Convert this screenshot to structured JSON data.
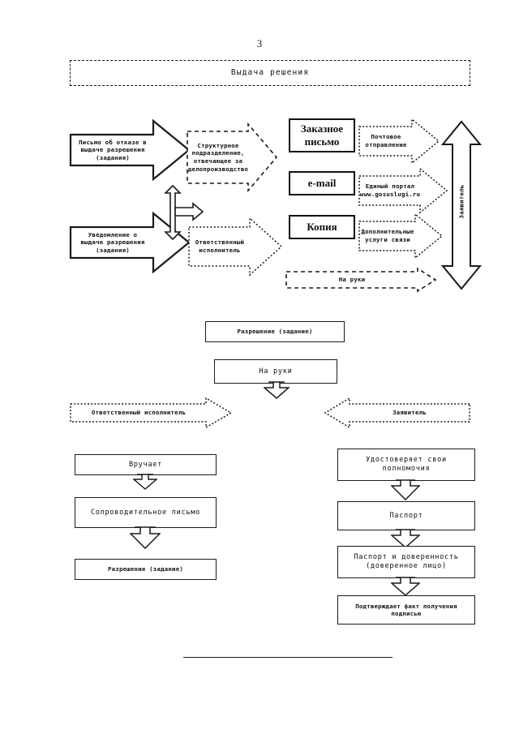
{
  "document": {
    "page_number": "3",
    "header_banner": "Выдача решения"
  },
  "upper_diagram": {
    "left_arrows": [
      {
        "name": "refusal-letter",
        "lines": [
          "Письмо об отказе в",
          "выдаче разрешения",
          "(задания)"
        ],
        "style": "solid"
      },
      {
        "name": "issue-notification",
        "lines": [
          "Уведомление о",
          "выдаче разрешения",
          "(задания)"
        ],
        "style": "solid"
      }
    ],
    "middle_arrows": [
      {
        "name": "records-department",
        "lines": [
          "Структурное",
          "подразделение,",
          "отвечающее за",
          "делопроизводство"
        ],
        "style": "dashed"
      },
      {
        "name": "responsible-executor",
        "lines": [
          "Ответственный",
          "исполнитель"
        ],
        "style": "dotted"
      }
    ],
    "delivery_boxes": [
      {
        "name": "registered-letter",
        "lines": [
          "Заказное",
          "письмо"
        ]
      },
      {
        "name": "email",
        "lines": [
          "e-mail"
        ]
      },
      {
        "name": "copy",
        "lines": [
          "Копия"
        ]
      }
    ],
    "channel_arrows": [
      {
        "name": "postal-dispatch",
        "lines": [
          "Почтовое",
          "отправление"
        ],
        "style": "dotted"
      },
      {
        "name": "gosuslugi-portal",
        "lines": [
          "Единый портал",
          "www.gosuslugi.ru"
        ],
        "style": "dotted"
      },
      {
        "name": "additional-comm-services",
        "lines": [
          "Дополнительные",
          "услуги связи"
        ],
        "style": "dotted"
      },
      {
        "name": "in-person",
        "lines": [
          "На руки"
        ],
        "style": "dashed"
      }
    ],
    "applicant_bar": "Заявитель"
  },
  "lower_diagram": {
    "permission_box": "Разрешение (задание)",
    "in_person_box": "На руки",
    "branch_arrows": [
      {
        "name": "responsible-executor",
        "label": "Ответственный исполнитель",
        "direction": "right"
      },
      {
        "name": "applicant",
        "label": "Заявитель",
        "direction": "left"
      }
    ],
    "left_column": [
      {
        "name": "hands-over",
        "lines": [
          "Вручает"
        ],
        "size": "md"
      },
      {
        "name": "cover-letter",
        "lines": [
          "Сопроводительное письмо"
        ],
        "size": "lg"
      },
      {
        "name": "permission-task",
        "lines": [
          "Разрешение (задание)"
        ],
        "size": "sm"
      }
    ],
    "right_column": [
      {
        "name": "verifies-authority",
        "lines": [
          "Удостоверяет свои",
          "полномочия"
        ],
        "size": "md"
      },
      {
        "name": "passport",
        "lines": [
          "Паспорт"
        ],
        "size": "md"
      },
      {
        "name": "passport-and-poa",
        "lines": [
          "Паспорт и доверенность",
          "(доверенное лицо)"
        ],
        "size": "md"
      },
      {
        "name": "confirms-receipt",
        "lines": [
          "Подтверждает факт получения",
          "подписью"
        ],
        "size": "sm"
      }
    ]
  }
}
